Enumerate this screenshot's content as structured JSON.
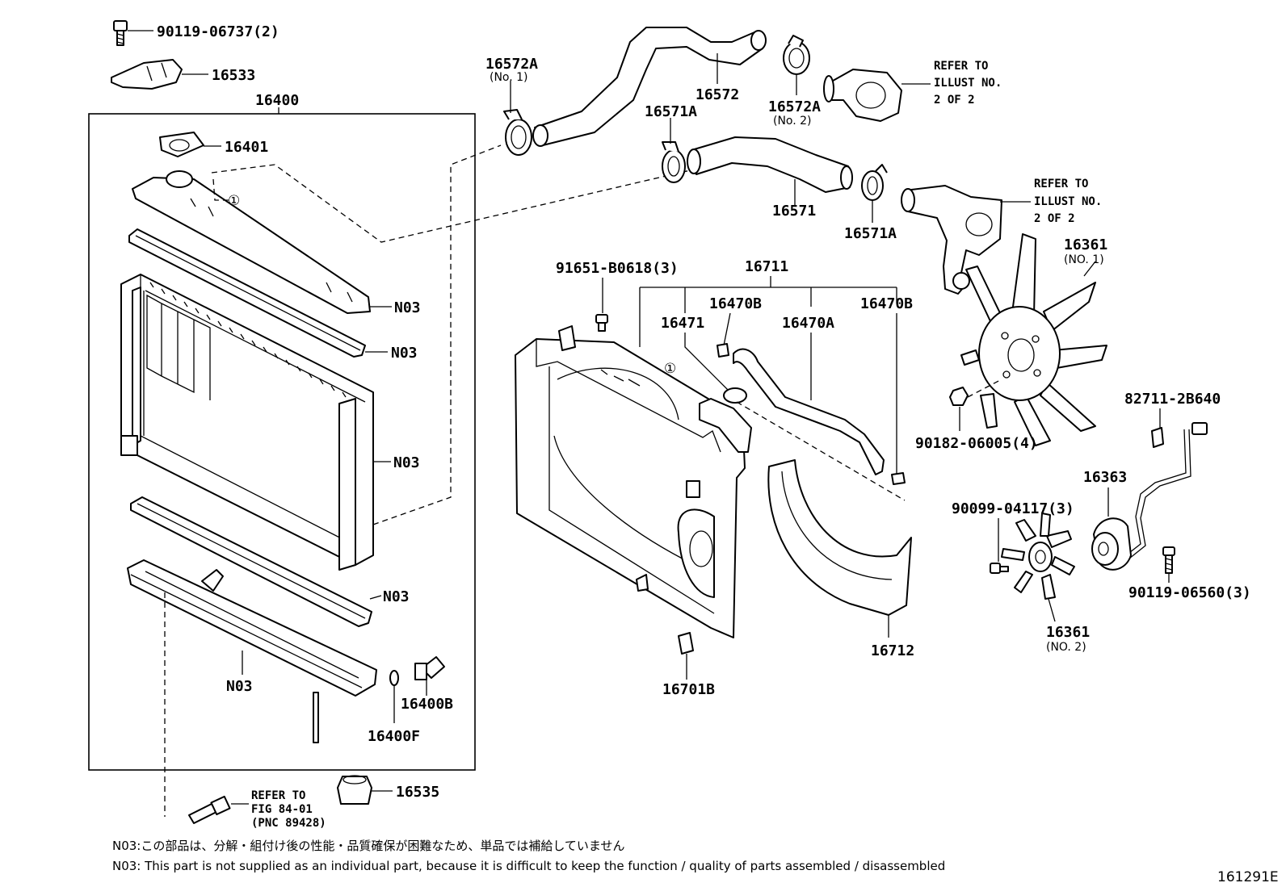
{
  "labels": {
    "bolt_90119_06737": "90119-06737(2)",
    "p16533": "16533",
    "p16400": "16400",
    "p16401": "16401",
    "n03_upper_tank": "N03",
    "n03_upper_gasket": "N03",
    "n03_core": "N03",
    "n03_lower_gasket": "N03",
    "n03_lower_tank": "N03",
    "p16400B": "16400B",
    "p16400F": "16400F",
    "p16535": "16535",
    "refer_fig_line1": "REFER TO",
    "refer_fig_line2": "FIG 84-01",
    "refer_fig_line3": "(PNC 89428)",
    "p16572A_no1": "16572A",
    "p16572A_no1_sub": "(No. 1)",
    "p16572": "16572",
    "p16572A_no2": "16572A",
    "p16572A_no2_sub": "(No. 2)",
    "refer_upper_line1": "REFER TO",
    "refer_upper_line2": "ILLUST NO.",
    "refer_upper_line3": "2 OF 2",
    "p16571A_top": "16571A",
    "p16571": "16571",
    "p16571A_bottom": "16571A",
    "refer_lower_line1": "REFER TO",
    "refer_lower_line2": "ILLUST NO.",
    "refer_lower_line3": "2 OF 2",
    "p91651": "91651-B0618(3)",
    "p16711": "16711",
    "p16470B_left": "16470B",
    "p16471": "16471",
    "p16470A": "16470A",
    "p16470B_right": "16470B",
    "p16361_no1": "16361",
    "p16361_no1_sub": "(NO. 1)",
    "p90182": "90182-06005(4)",
    "p82711": "82711-2B640",
    "p16363": "16363",
    "p90099": "90099-04117(3)",
    "p90119_06560": "90119-06560(3)",
    "p16361_no2": "16361",
    "p16361_no2_sub": "(NO. 2)",
    "p16712": "16712",
    "p16701B": "16701B",
    "marker_1": "①",
    "note_jp": "N03:この部品は、分解・組付け後の性能・品質確保が困難なため、単品では補給していません",
    "note_en": "N03: This part is not supplied as an individual part, because it is difficult to keep the function / quality of parts assembled / disassembled",
    "illus_no": "161291E"
  }
}
